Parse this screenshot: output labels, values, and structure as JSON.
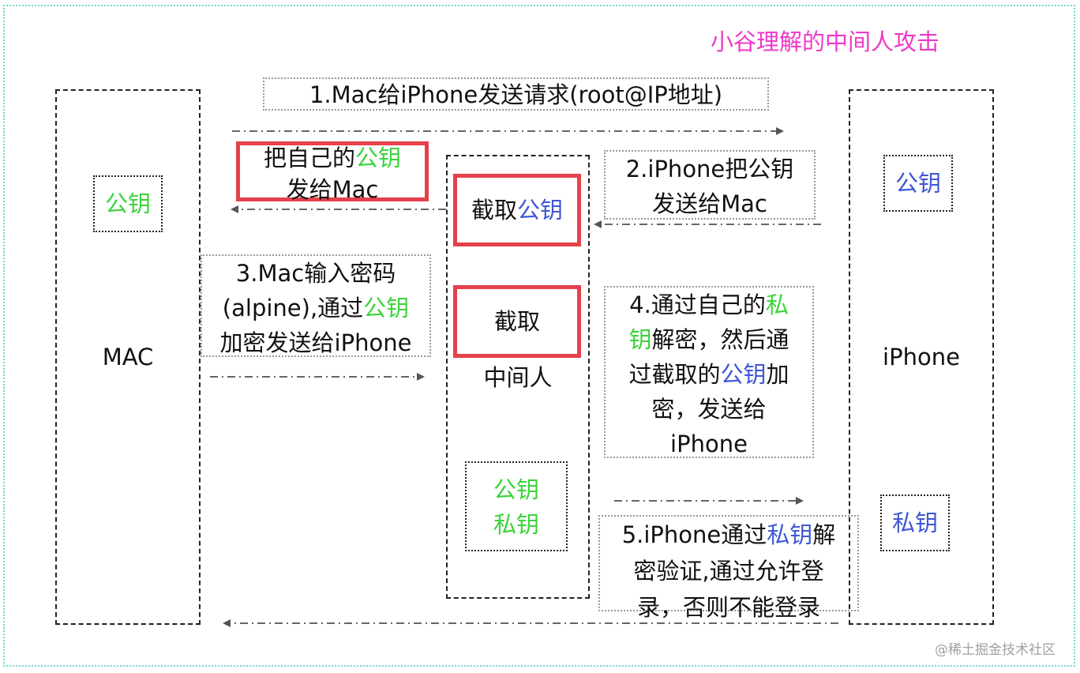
{
  "title": "小谷理解的中间人攻击",
  "actors": {
    "mac": "MAC",
    "iphone": "iPhone",
    "mitm": "中间人"
  },
  "keys": {
    "mac_public": "公钥",
    "iphone_public": "公钥",
    "iphone_private": "私钥",
    "mitm_public": "公钥",
    "mitm_private": "私钥"
  },
  "steps": {
    "step1": "1.Mac给iPhone发送请求(root@IP地址)",
    "step2_line1": "2.iPhone把公钥",
    "step2_line2": "发送给Mac",
    "step3_line1": "3.Mac输入密码",
    "step3_line2_pre": "(alpine),通过",
    "step3_line2_key": "公钥",
    "step3_line3": "加密发送给iPhone",
    "step4_line1_pre": "4.通过自己的",
    "step4_line1_key": "私",
    "step4_line2_key": "钥",
    "step4_line2_post": "解密，然后通",
    "step4_line3_pre": "过截取的",
    "step4_line3_key": "公钥",
    "step4_line3_post": "加",
    "step4_line4": "密，发送给",
    "step4_line5": "iPhone",
    "step5_line1_pre": "5.iPhone通过",
    "step5_line1_key": "私钥",
    "step5_line1_post": "解",
    "step5_line2": "密验证,通过允许登",
    "step5_line3": "录，否则不能登录"
  },
  "mitm_actions": {
    "send_own_pre": "把自己的",
    "send_own_key": "公钥",
    "send_own_line2": "发给Mac",
    "intercept_key_pre": "截取",
    "intercept_key_key": "公钥",
    "intercept": "截取"
  },
  "watermark": "@稀土掘金技术社区",
  "colors": {
    "title": "#ee38c8",
    "public_key_green": "#3bd43b",
    "key_blue": "#3e57d6",
    "highlight_red": "#e5414b",
    "frame_teal": "#6fd6cf"
  }
}
